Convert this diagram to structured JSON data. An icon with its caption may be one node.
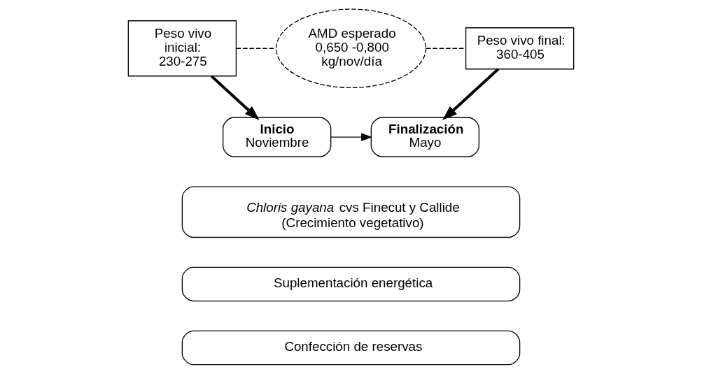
{
  "diagram": {
    "nodes": [
      {
        "text": [
          "Peso vivo inicial: 230-275"
        ]
      },
      {
        "text": [
          "AMD esperado 0,650 -0,800 kg/nov/día"
        ]
      },
      {
        "text": [
          "Peso vivo final: 360-405"
        ]
      },
      {
        "text": [
          "Inicio",
          "Noviembre"
        ]
      },
      {
        "text": [
          "Finalización",
          "Mayo"
        ]
      },
      {
        "text": [
          "*Chloris gayana* cvs Finecut y Callide (Crecimiento vegetativo)"
        ]
      },
      {
        "text": [
          "Suplementación energética"
        ]
      },
      {
        "text": [
          "Confección de reservas"
        ]
      }
    ],
    "edges": [
      {
        "from": 0,
        "to": 1,
        "arrow": "none",
        "style": "dashed"
      },
      {
        "from": 1,
        "to": 2,
        "arrow": "none",
        "style": "dashed"
      },
      {
        "from": 0,
        "to": 3,
        "arrow": "to",
        "style": "thick"
      },
      {
        "from": 2,
        "to": 4,
        "arrow": "to",
        "style": "thick"
      },
      {
        "from": 3,
        "to": 4,
        "arrow": "to"
      }
    ]
  }
}
